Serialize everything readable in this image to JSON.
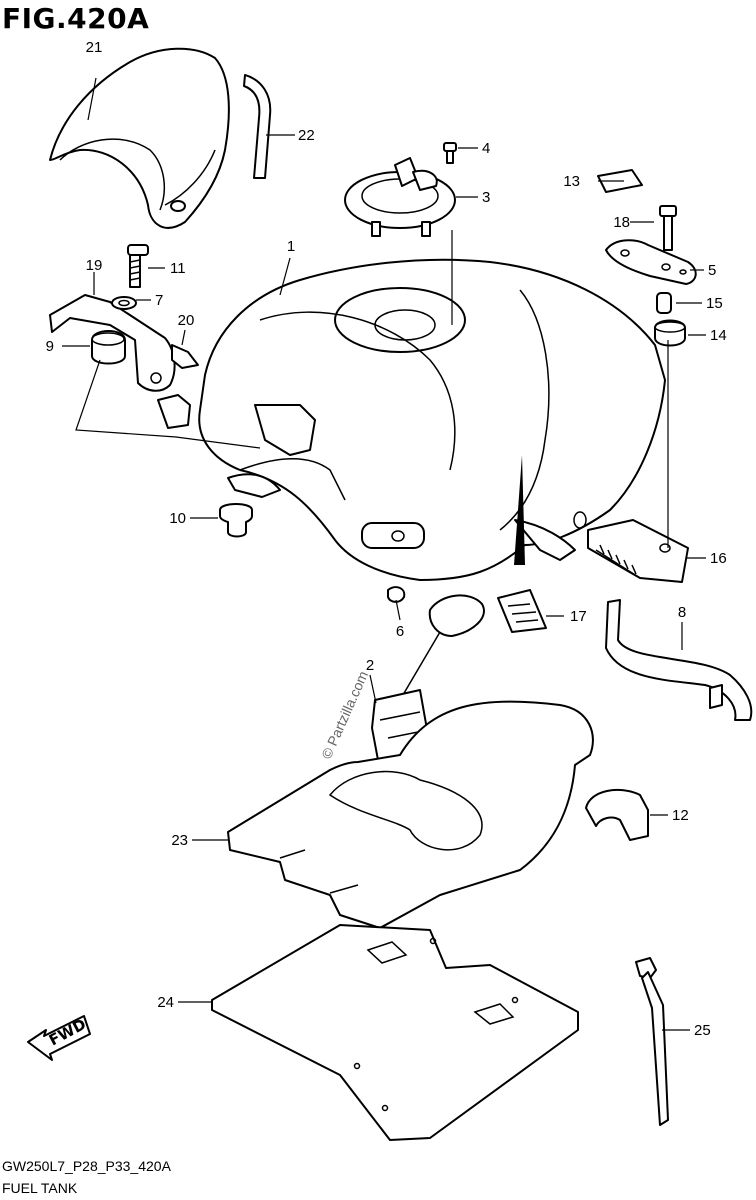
{
  "figure": {
    "title": "FIG.420A",
    "code": "GW250L7_P28_P33_420A",
    "name": "FUEL TANK",
    "watermark": "© Partzilla.com",
    "direction_arrow": "FWD"
  },
  "callouts": [
    {
      "id": "c1",
      "label": "1"
    },
    {
      "id": "c2",
      "label": "2"
    },
    {
      "id": "c3",
      "label": "3"
    },
    {
      "id": "c4",
      "label": "4"
    },
    {
      "id": "c5",
      "label": "5"
    },
    {
      "id": "c6",
      "label": "6"
    },
    {
      "id": "c7",
      "label": "7"
    },
    {
      "id": "c8",
      "label": "8"
    },
    {
      "id": "c9",
      "label": "9"
    },
    {
      "id": "c10",
      "label": "10"
    },
    {
      "id": "c11",
      "label": "11"
    },
    {
      "id": "c12",
      "label": "12"
    },
    {
      "id": "c13",
      "label": "13"
    },
    {
      "id": "c14",
      "label": "14"
    },
    {
      "id": "c15",
      "label": "15"
    },
    {
      "id": "c16",
      "label": "16"
    },
    {
      "id": "c17",
      "label": "17"
    },
    {
      "id": "c18",
      "label": "18"
    },
    {
      "id": "c19",
      "label": "19"
    },
    {
      "id": "c20",
      "label": "20"
    },
    {
      "id": "c21",
      "label": "21"
    },
    {
      "id": "c22",
      "label": "22"
    },
    {
      "id": "c23",
      "label": "23"
    },
    {
      "id": "c24",
      "label": "24"
    },
    {
      "id": "c25",
      "label": "25"
    }
  ]
}
